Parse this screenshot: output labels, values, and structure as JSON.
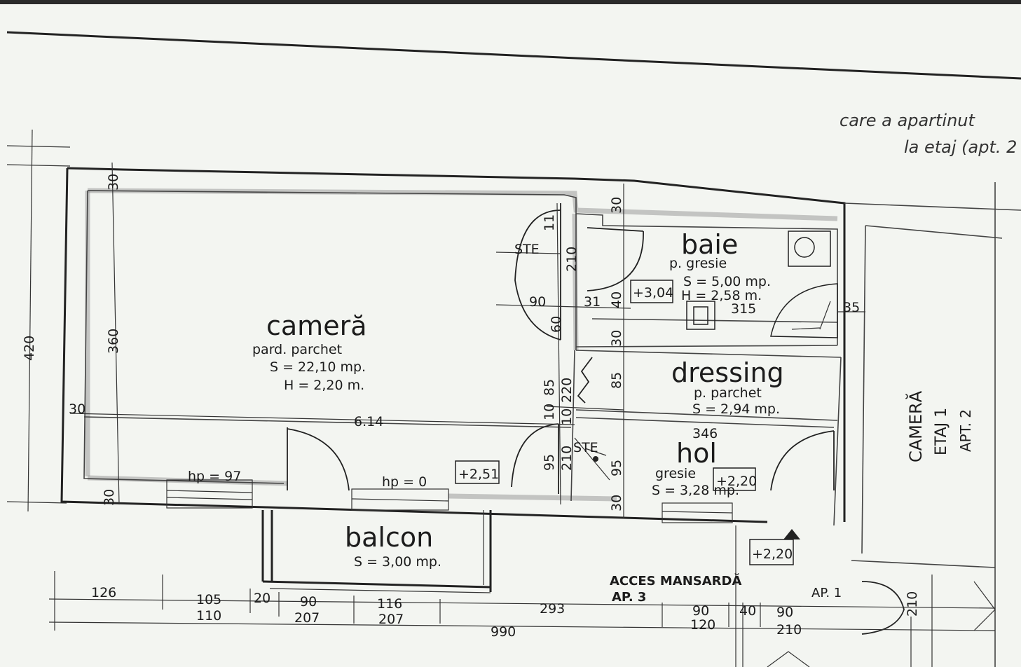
{
  "rooms": {
    "camera": {
      "name": "cameră",
      "floor": "pard. parchet",
      "area": "S = 22,10 mp.",
      "height": "H = 2,20 m."
    },
    "baie": {
      "name": "baie",
      "floor": "p. gresie",
      "area": "S = 5,00 mp.",
      "height": "H = 2,58 m."
    },
    "dressing": {
      "name": "dressing",
      "floor": "p. parchet",
      "area": "S = 2,94 mp."
    },
    "hol": {
      "name": "hol",
      "floor": "gresie",
      "area": "S = 3,28 mp."
    },
    "balcon": {
      "name": "balcon",
      "area": "S = 3,00 mp."
    },
    "camera_etaj": {
      "name": "CAMERĂ",
      "line2": "ETAJ 1",
      "line3": "APT. 2"
    }
  },
  "notes": {
    "line1": "care a apartinut",
    "line2": "la etaj (apt. 2",
    "acces": "ACCES MANSARDĂ",
    "ap3": "AP. 3",
    "ap1": "AP. 1"
  },
  "levels": [
    "+3,04",
    "+2,51",
    "+2,20",
    "+2,20"
  ],
  "sill": {
    "hp97": "hp = 97",
    "hp0": "hp = 0"
  },
  "dims": {
    "d420": "420",
    "d360": "360",
    "d30a": "30",
    "d30b": "30",
    "d30c": "30",
    "d30d": "30",
    "d30e": "30",
    "d30f": "30",
    "d614": "6.14",
    "d346": "346",
    "d315": "315",
    "d35": "35",
    "d31": "31",
    "d90a": "90",
    "d11": "11",
    "d210a": "210",
    "d210b": "210",
    "d10a": "10",
    "d10b": "10",
    "d85a": "85",
    "d85b": "85",
    "d220": "220",
    "d95a": "95",
    "d95b": "95",
    "d60": "60",
    "d40a": "40",
    "d210c": "210",
    "d20": "20",
    "ste": "STE",
    "ste2": "STE"
  },
  "bottom_dims": {
    "r1": [
      "126",
      "105",
      "20",
      "90",
      "116",
      "293",
      "90",
      "40",
      "90"
    ],
    "r2": [
      "110",
      "207",
      "207",
      "120",
      "210"
    ],
    "total": "990"
  }
}
